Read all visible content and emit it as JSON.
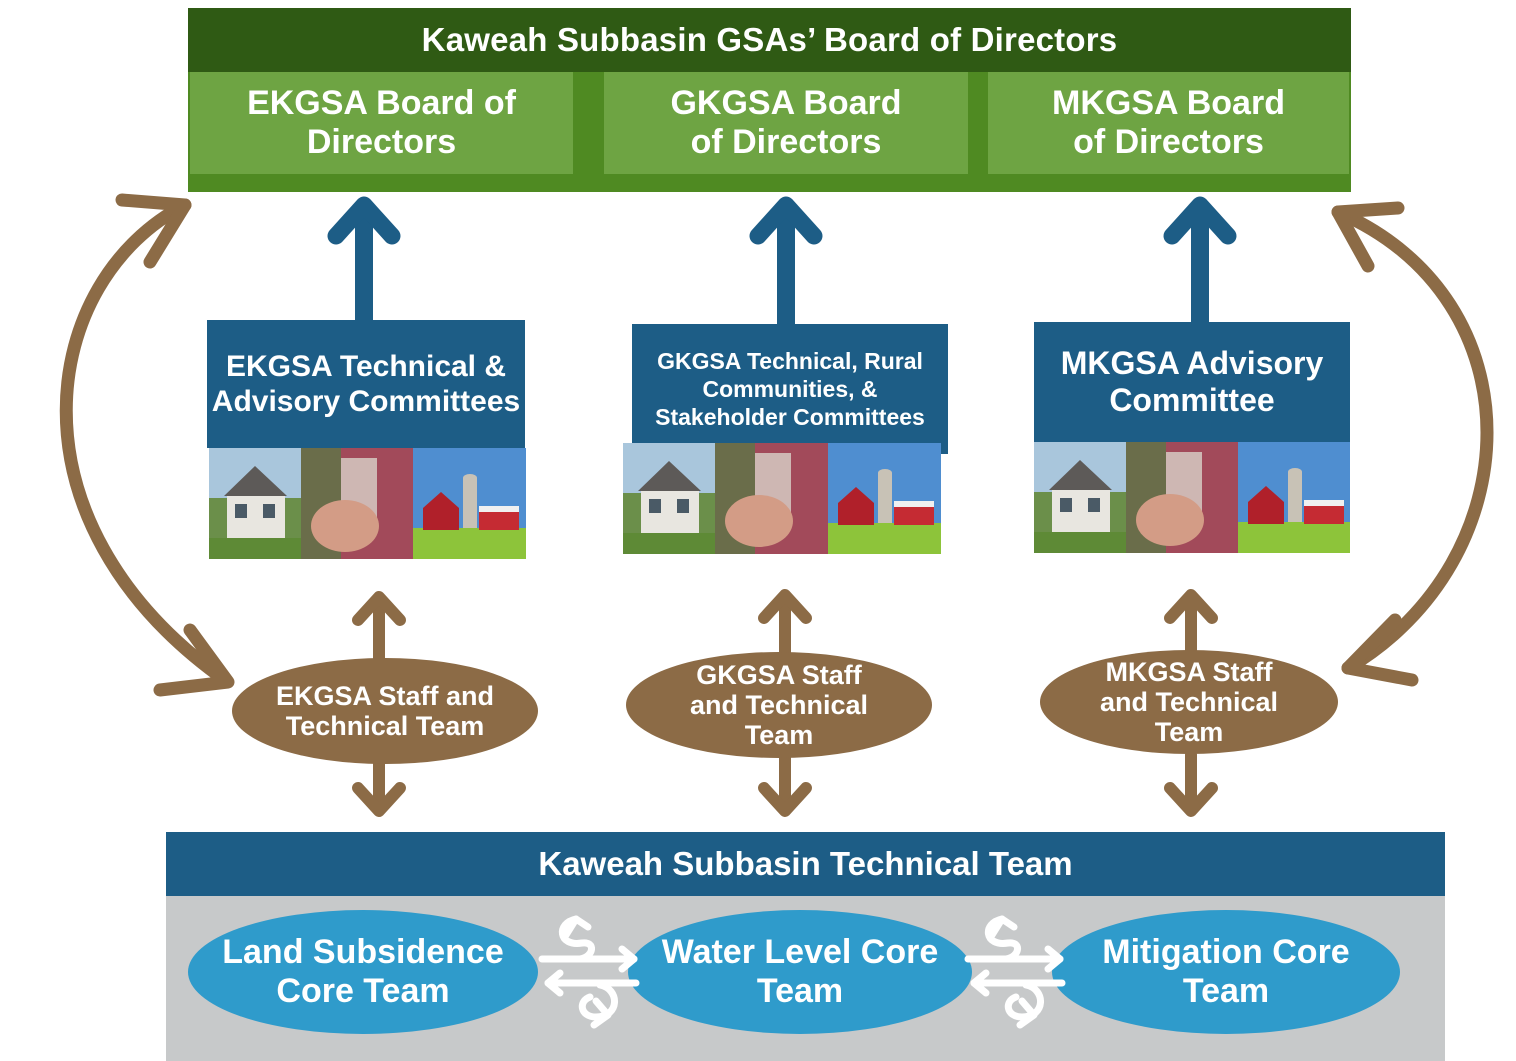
{
  "header": {
    "title": "Kaweah Subbasin GSAs’ Board of Directors"
  },
  "boards": [
    {
      "label": "EKGSA Board of Directors"
    },
    {
      "label": "GKGSA Board of Directors"
    },
    {
      "label": "MKGSA Board of Directors"
    }
  ],
  "committees": [
    {
      "label": "EKGSA Technical & Advisory Committees"
    },
    {
      "label": "GKGSA Technical, Rural Communities, & Stakeholder Committees"
    },
    {
      "label": "MKGSA Advisory Committee"
    }
  ],
  "staff": [
    {
      "label": "EKGSA Staff and Technical Team"
    },
    {
      "label": "GKGSA Staff and Technical Team"
    },
    {
      "label": "MKGSA Staff and Technical Team"
    }
  ],
  "technical_team": {
    "title": "Kaweah Subbasin Technical Team",
    "cores": [
      {
        "label": "Land Subsidence Core Team"
      },
      {
        "label": "Water Level Core Team"
      },
      {
        "label": "Mitigation Core Team"
      }
    ]
  },
  "colors": {
    "dark_green": "#2f5a14",
    "green": "#6ea443",
    "blue": "#1d5d86",
    "brown": "#8c6b46",
    "light_blue": "#2f9bcb",
    "gray": "#c7c9ca"
  },
  "icons": [
    "house-photo",
    "water-glass-photo",
    "barn-silo-photo",
    "exchange-arrows-icon"
  ]
}
